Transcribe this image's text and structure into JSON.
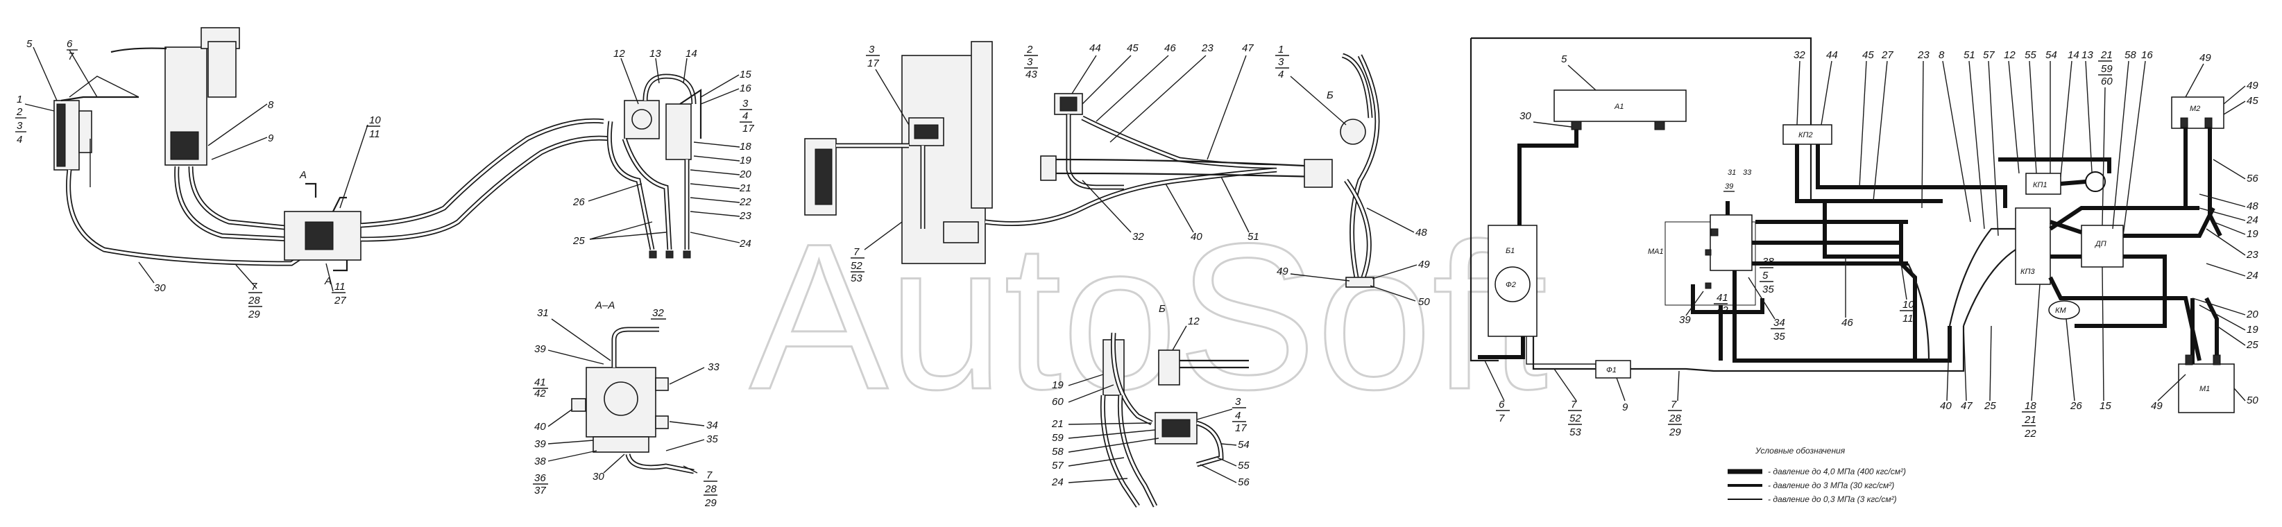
{
  "watermark": "AutoSoft",
  "section_aa": "А–А",
  "section_b": "Б",
  "view_b_mark": "Б",
  "section_arrow_a": "А",
  "left_labels": [
    "5",
    "6",
    "7",
    "1",
    "2",
    "3",
    "4",
    "8",
    "9",
    "10",
    "11",
    "30",
    "7",
    "28",
    "29",
    "11",
    "27"
  ],
  "valve_labels": [
    "12",
    "13",
    "14",
    "15",
    "16",
    "3",
    "4",
    "17",
    "18",
    "19",
    "20",
    "21",
    "22",
    "23",
    "24",
    "26",
    "25"
  ],
  "aa_labels": [
    "31",
    "32",
    "39",
    "41",
    "42",
    "33",
    "40",
    "39",
    "38",
    "36",
    "37",
    "30",
    "34",
    "35",
    "7",
    "28",
    "29"
  ],
  "mid_labels": [
    "3",
    "17",
    "2",
    "3",
    "43",
    "44",
    "45",
    "46",
    "23",
    "47",
    "1",
    "3",
    "4",
    "7",
    "52",
    "53",
    "32",
    "40",
    "51",
    "48",
    "49",
    "49",
    "50"
  ],
  "b_labels": [
    "12",
    "19",
    "60",
    "3",
    "4",
    "17",
    "21",
    "59",
    "58",
    "57",
    "24",
    "54",
    "55",
    "56"
  ],
  "schema": {
    "labels_top": [
      "32",
      "44",
      "45",
      "27",
      "23",
      "8",
      "51",
      "57",
      "12",
      "55",
      "54",
      "14",
      "13",
      "21",
      "58",
      "16",
      "49",
      "45"
    ],
    "labels_fraction": [
      "59",
      "60"
    ],
    "labels_right": [
      "49",
      "56",
      "48",
      "24",
      "19",
      "23",
      "24",
      "20",
      "19",
      "25",
      "50"
    ],
    "labels_left": [
      "5",
      "30",
      "6",
      "7"
    ],
    "labels_bottom": [
      "7",
      "52",
      "53",
      "9",
      "7",
      "28",
      "29",
      "39",
      "41",
      "42",
      "34",
      "35",
      "46",
      "10",
      "11",
      "40",
      "47",
      "25",
      "18",
      "21",
      "22",
      "26",
      "15",
      "49"
    ],
    "labels_mid": [
      "31",
      "39",
      "33",
      "38",
      "5",
      "35"
    ],
    "blocks": {
      "a1": "А1",
      "b1": "Б1",
      "f2": "Ф2",
      "f1": "Ф1",
      "kp2": "КП2",
      "ma1": "МА1",
      "kp3": "КП3",
      "kp1": "КП1",
      "dp": "ДП",
      "m2": "М2",
      "m1": "М1",
      "km": "КМ"
    }
  },
  "legend": {
    "title": "Условные обозначения",
    "items": [
      "- давление до 4,0 МПа (400 кгс/см²)",
      "- давление до 3 МПа (30 кгс/см²)",
      "- давление до 0,3 МПа (3 кгс/см²)"
    ]
  }
}
